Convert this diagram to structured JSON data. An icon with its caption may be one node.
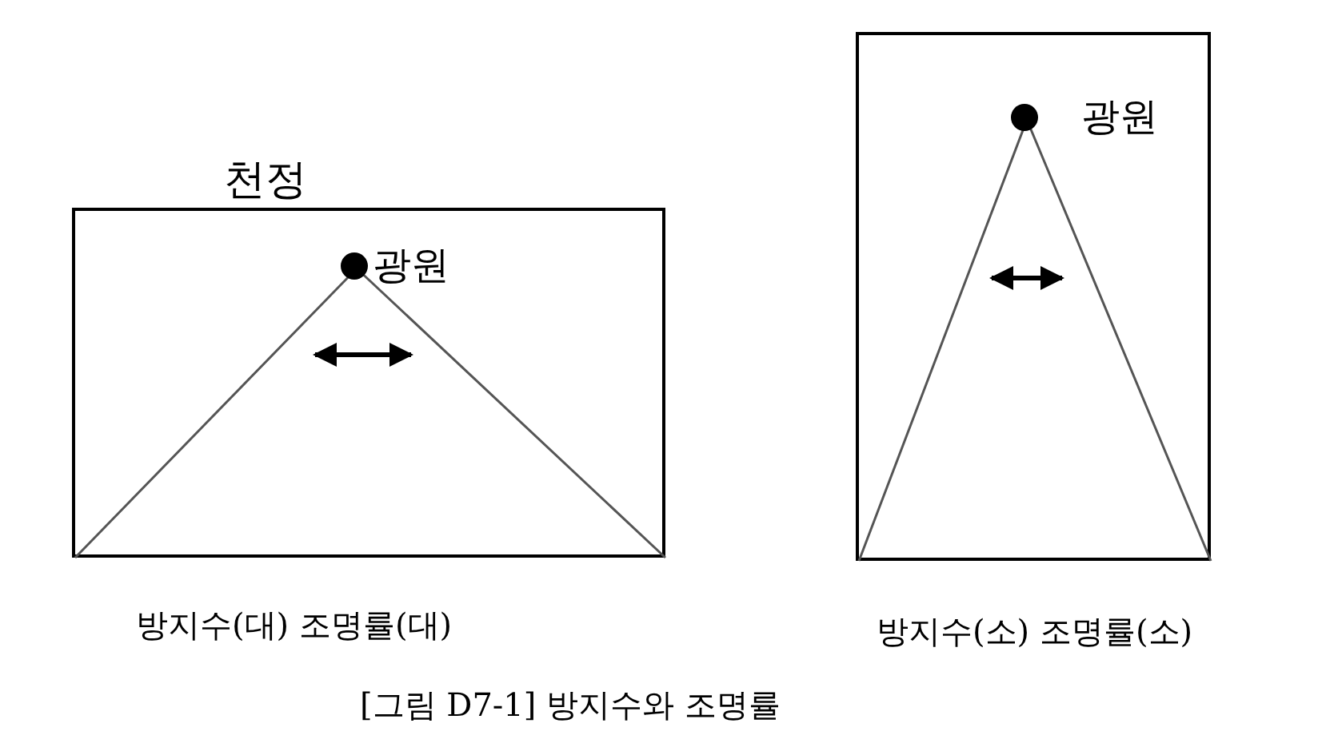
{
  "diagram": {
    "caption": "[그림 D7-1] 방지수와 조명률",
    "nodes": [
      {
        "text": [
          "천정"
        ],
        "beside": [
          "방지수(대) 조명률(대)"
        ]
      },
      {
        "text": [
          "광원"
        ],
        "in": 0
      },
      {
        "text": [],
        "shape": "box",
        "beside": [
          "방지수(소) 조명률(소)"
        ]
      },
      {
        "text": [
          "광원"
        ],
        "in": 2
      }
    ],
    "edges": []
  }
}
